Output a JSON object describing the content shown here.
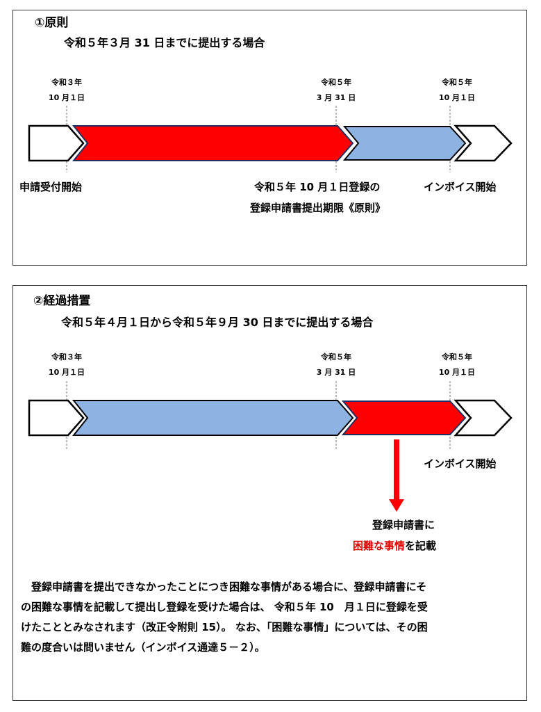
{
  "section1": {
    "title": "①原則",
    "subtitle": "令和５年３月 31 日までに提出する場合",
    "ticks": [
      {
        "l1": "令和３年",
        "l2": "10 月１日"
      },
      {
        "l1": "令和５年",
        "l2": "3 月 31 日"
      },
      {
        "l1": "令和５年",
        "l2": "10 月１日"
      }
    ],
    "label_start": "申請受付開始",
    "label_deadline_1": "令和５年 10 月１日登録の",
    "label_deadline_2": "登録申請書提出期限《原則》",
    "label_invoice": "インボイス開始"
  },
  "section2": {
    "title": "②経過措置",
    "subtitle": "令和５年４月１日から令和５年９月 30 日までに提出する場合",
    "ticks": [
      {
        "l1": "令和３年",
        "l2": "10 月１日"
      },
      {
        "l1": "令和５年",
        "l2": "3 月 31 日"
      },
      {
        "l1": "令和５年",
        "l2": "10 月１日"
      }
    ],
    "label_invoice": "インボイス開始",
    "note_1": "登録申請書に",
    "note_2_red": "困難な事情",
    "note_2_rest": "を記載",
    "body_lines": [
      "　登録申請書を提出できなかったことにつき困難な事情がある場合に、登録申請書にそ",
      "の困難な事情を記載して提出し登録を受けた場合は、 令和５年 10　月１日に登録を受",
      "けたこととみなされます（改正令附則 15）。 なお、「困難な事情」については、その困",
      "難の度合いは問いません（インボイス通達５－２）。"
    ]
  },
  "colors": {
    "red": "#ff0000",
    "blue": "#8db3e2",
    "outline": "#1f2f5f"
  }
}
